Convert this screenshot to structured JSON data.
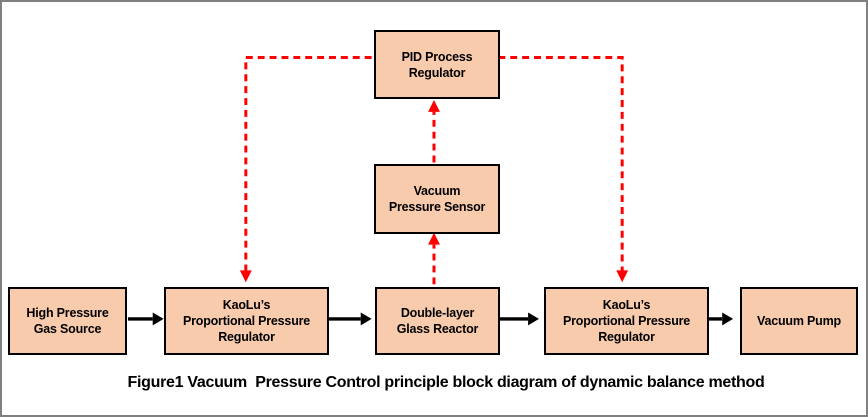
{
  "diagram": {
    "caption": "Figure1 Vacuum  Pressure Control principle block diagram of dynamic balance method",
    "colors": {
      "box_fill": "#F8CBAD",
      "box_border": "#000000",
      "flow_arrow": "#000000",
      "signal_arrow": "#FF0000",
      "frame_border": "#808080"
    },
    "nodes": {
      "pid": {
        "label": "PID Process\nRegulator"
      },
      "sensor": {
        "label": "Vacuum\nPressure Sensor"
      },
      "gas_source": {
        "label": "High Pressure\nGas Source"
      },
      "regulator_left": {
        "label": "KaoLu’s\nProportional Pressure\nRegulator"
      },
      "reactor": {
        "label": "Double-layer\nGlass Reactor"
      },
      "regulator_right": {
        "label": "KaoLu’s\nProportional Pressure\nRegulator"
      },
      "pump": {
        "label": "Vacuum Pump"
      }
    }
  }
}
